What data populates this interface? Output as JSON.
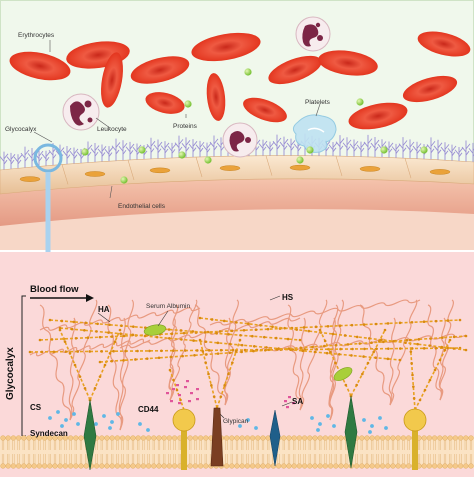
{
  "top_panel": {
    "labels": {
      "erythrocytes": "Erythrocytes",
      "glycocalyx": "Glycocalyx",
      "leukocyte": "Leukocyte",
      "proteins": "Proteins",
      "platelets": "Platelets",
      "endothelial_cells": "Endothelial cells"
    }
  },
  "bottom_panel": {
    "labels": {
      "blood_flow": "Blood flow",
      "glycocalyx": "Glycocalyx",
      "ha": "HA",
      "hs": "HS",
      "serum_albumin": "Serum Albumin",
      "cs": "CS",
      "cd44": "CD44",
      "glypican": "Glypican",
      "sa": "SA",
      "syndecan": "Syndecan"
    }
  },
  "colors": {
    "top_background": "#f0f8ec",
    "bottom_background": "#fbd9d9",
    "erythrocyte": "#e8412f",
    "endothelium": "#f3d9b8",
    "glycocalyx_fibers": "#9a8fd4",
    "ha_fibers": "#e89a80",
    "hs_chain": "#e8a020",
    "membrane": "#f5c98a",
    "zoom_arrow": "#7ab8e0"
  }
}
